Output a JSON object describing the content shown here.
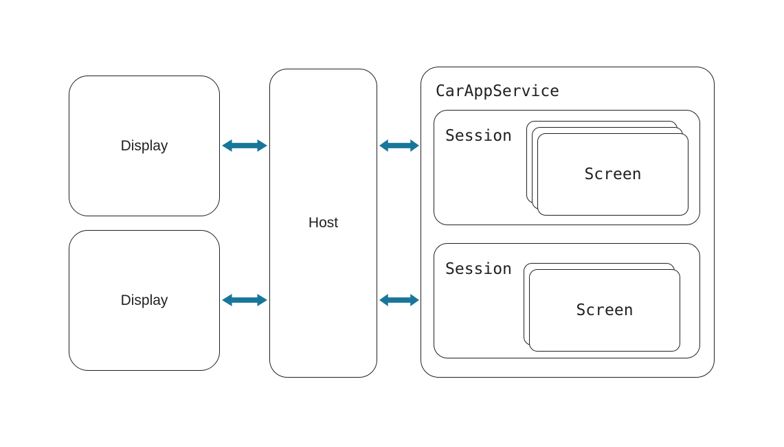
{
  "diagram": {
    "title": "Car app service architecture diagram",
    "colors": {
      "background": "#ffffff",
      "border": "#1f1f1f",
      "text": "#202124",
      "arrow": "#19769b"
    },
    "displays": [
      {
        "label": "Display"
      },
      {
        "label": "Display"
      }
    ],
    "host": {
      "label": "Host"
    },
    "car_app_service": {
      "label": "CarAppService",
      "sessions": [
        {
          "label": "Session",
          "screen": {
            "label": "Screen",
            "stack_count": 3
          }
        },
        {
          "label": "Session",
          "screen": {
            "label": "Screen",
            "stack_count": 2
          }
        }
      ]
    },
    "arrows": [
      {
        "between": "display-1 and host",
        "direction": "bidirectional"
      },
      {
        "between": "display-2 and host",
        "direction": "bidirectional"
      },
      {
        "between": "host and car-app-service session-1",
        "direction": "bidirectional"
      },
      {
        "between": "host and car-app-service session-2",
        "direction": "bidirectional"
      }
    ]
  }
}
